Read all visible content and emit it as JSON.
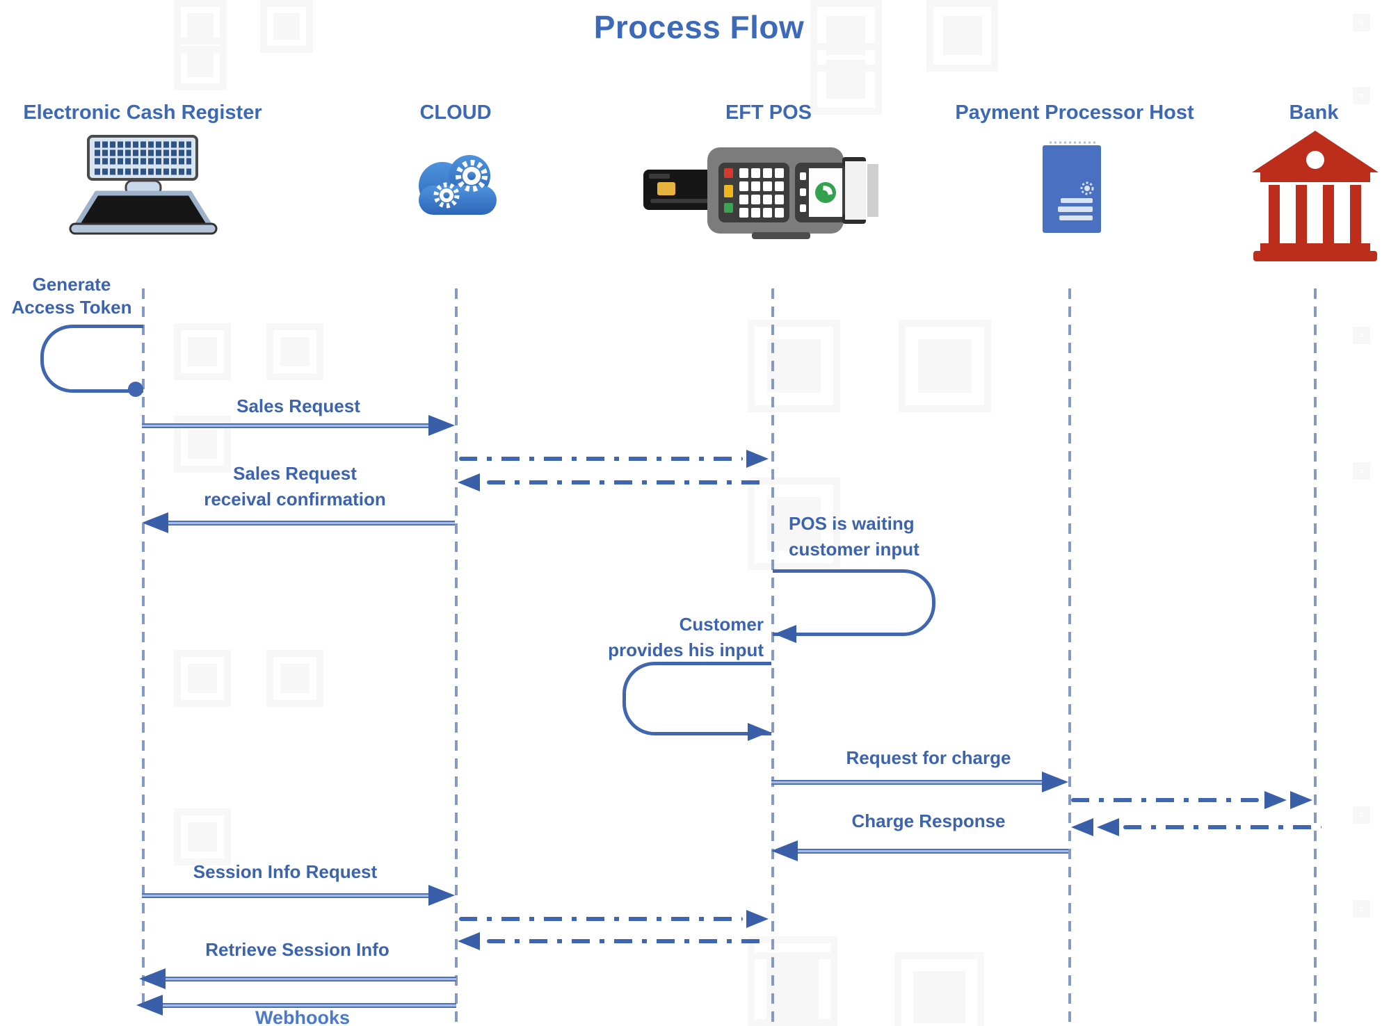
{
  "title": "Process Flow",
  "actors": [
    {
      "label": "Electronic Cash Register",
      "icon": "cash-register-icon"
    },
    {
      "label": "CLOUD",
      "icon": "cloud-gears-icon"
    },
    {
      "label": "EFT POS",
      "icon": "pos-terminal-icon"
    },
    {
      "label": "Payment Processor Host",
      "icon": "server-icon"
    },
    {
      "label": "Bank",
      "icon": "bank-icon"
    }
  ],
  "messages": [
    {
      "label": "Generate\nAccess Token",
      "from": "Electronic Cash Register",
      "to": "Electronic Cash Register",
      "style": "self-loop",
      "side": "left"
    },
    {
      "label": "Sales Request",
      "from": "Electronic Cash Register",
      "to": "CLOUD",
      "style": "solid"
    },
    {
      "label": "",
      "from": "CLOUD",
      "to": "EFT POS",
      "style": "dash-dot"
    },
    {
      "label": "",
      "from": "EFT POS",
      "to": "CLOUD",
      "style": "dash-dot"
    },
    {
      "label": "Sales Request\nreceival confirmation",
      "from": "CLOUD",
      "to": "Electronic Cash Register",
      "style": "solid"
    },
    {
      "label": "POS is waiting\ncustomer input",
      "from": "EFT POS",
      "to": "EFT POS",
      "style": "self-loop",
      "side": "right"
    },
    {
      "label": "Customer\nprovides his input",
      "from": "EFT POS",
      "to": "EFT POS",
      "style": "self-loop",
      "side": "left"
    },
    {
      "label": "Request for charge",
      "from": "EFT POS",
      "to": "Payment Processor Host",
      "style": "solid"
    },
    {
      "label": "",
      "from": "Payment Processor Host",
      "to": "Bank",
      "style": "dash-dot-double-head"
    },
    {
      "label": "",
      "from": "Bank",
      "to": "Payment Processor Host",
      "style": "dash-dot-double-head"
    },
    {
      "label": "Charge Response",
      "from": "Payment Processor Host",
      "to": "EFT POS",
      "style": "solid"
    },
    {
      "label": "Session Info Request",
      "from": "Electronic Cash Register",
      "to": "CLOUD",
      "style": "solid"
    },
    {
      "label": "",
      "from": "CLOUD",
      "to": "EFT POS",
      "style": "dash-dot"
    },
    {
      "label": "",
      "from": "EFT POS",
      "to": "CLOUD",
      "style": "dash-dot"
    },
    {
      "label": "Retrieve Session Info",
      "from": "CLOUD",
      "to": "Electronic Cash Register",
      "style": "solid"
    },
    {
      "label": "Webhooks",
      "from": "CLOUD",
      "to": "Electronic Cash Register",
      "style": "solid"
    }
  ],
  "colors": {
    "accent_blue": "#3c63ae",
    "lifeline_blue": "#8399c6",
    "title_blue": "#3d6ab8",
    "bank_red": "#bd2d1c",
    "cloud_blue": "#3b79c9",
    "server_blue": "#4a70c1",
    "pos_gray": "#7c7c7c",
    "key_red": "#d63a2f",
    "key_yellow": "#efb51e",
    "key_green": "#3ba352"
  },
  "decorations": {
    "watermark": "faint-qr-pattern"
  }
}
